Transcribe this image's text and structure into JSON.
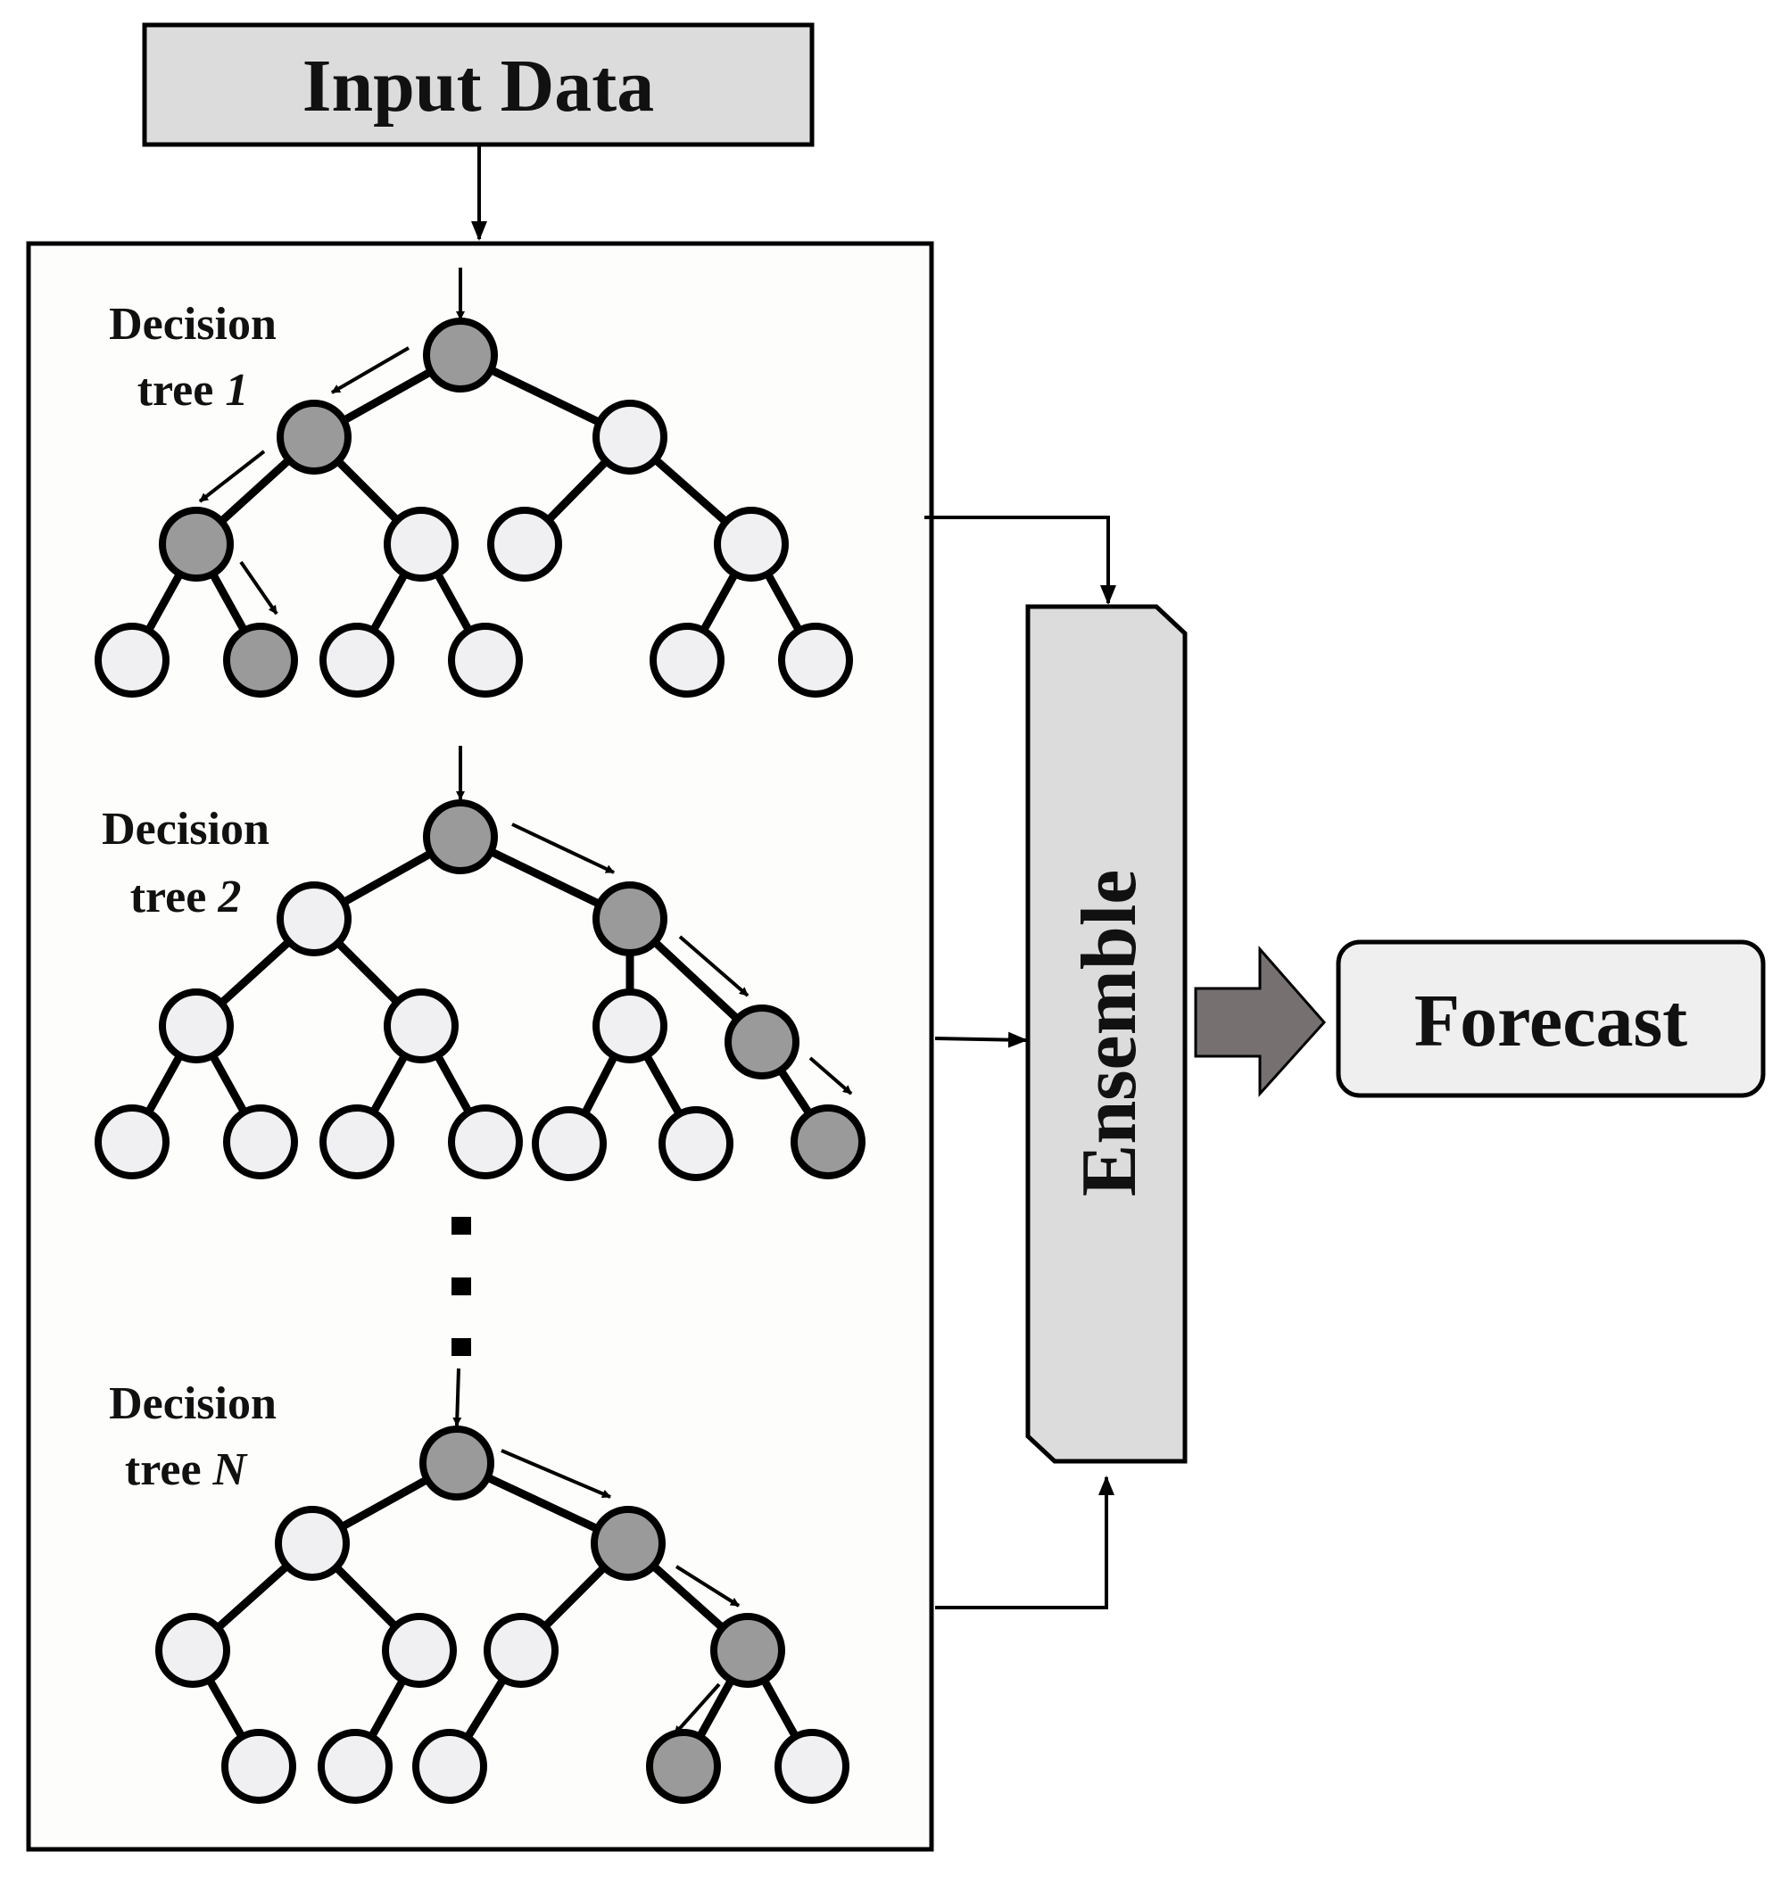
{
  "input": {
    "label": "Input Data"
  },
  "trees": [
    {
      "label_line1": "Decision",
      "label_line2": "tree",
      "index": "1"
    },
    {
      "label_line1": "Decision",
      "label_line2": "tree",
      "index": "2"
    },
    {
      "label_line1": "Decision",
      "label_line2": "tree",
      "index": "N"
    }
  ],
  "ensemble": {
    "label": "Ensemble"
  },
  "forecast": {
    "label": "Forecast"
  },
  "colors": {
    "node_active": "#9a9a9a",
    "node_inactive": "#f0f0f2",
    "box_fill": "#dcdcdc",
    "forecast_fill": "#efefef",
    "panel_fill": "#fdfdfb",
    "arrow_fill": "#767170",
    "stroke": "#000000"
  }
}
